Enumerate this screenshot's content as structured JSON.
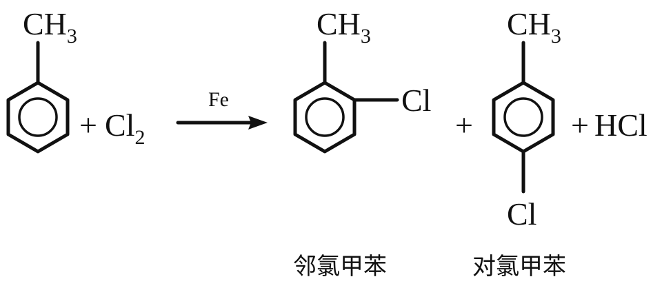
{
  "reactant": {
    "substituent": "CH",
    "subscript": "3"
  },
  "plus1": "+",
  "reagent": {
    "symbol": "Cl",
    "subscript": "2"
  },
  "catalyst": "Fe",
  "product_ortho": {
    "substituent": "CH",
    "subscript": "3",
    "chloro": "Cl",
    "name": "邻氯甲苯"
  },
  "plus2": "+",
  "product_para": {
    "substituent": "CH",
    "subscript": "3",
    "chloro": "Cl",
    "name": "对氯甲苯"
  },
  "plus3": "+",
  "byproduct": "HCl"
}
